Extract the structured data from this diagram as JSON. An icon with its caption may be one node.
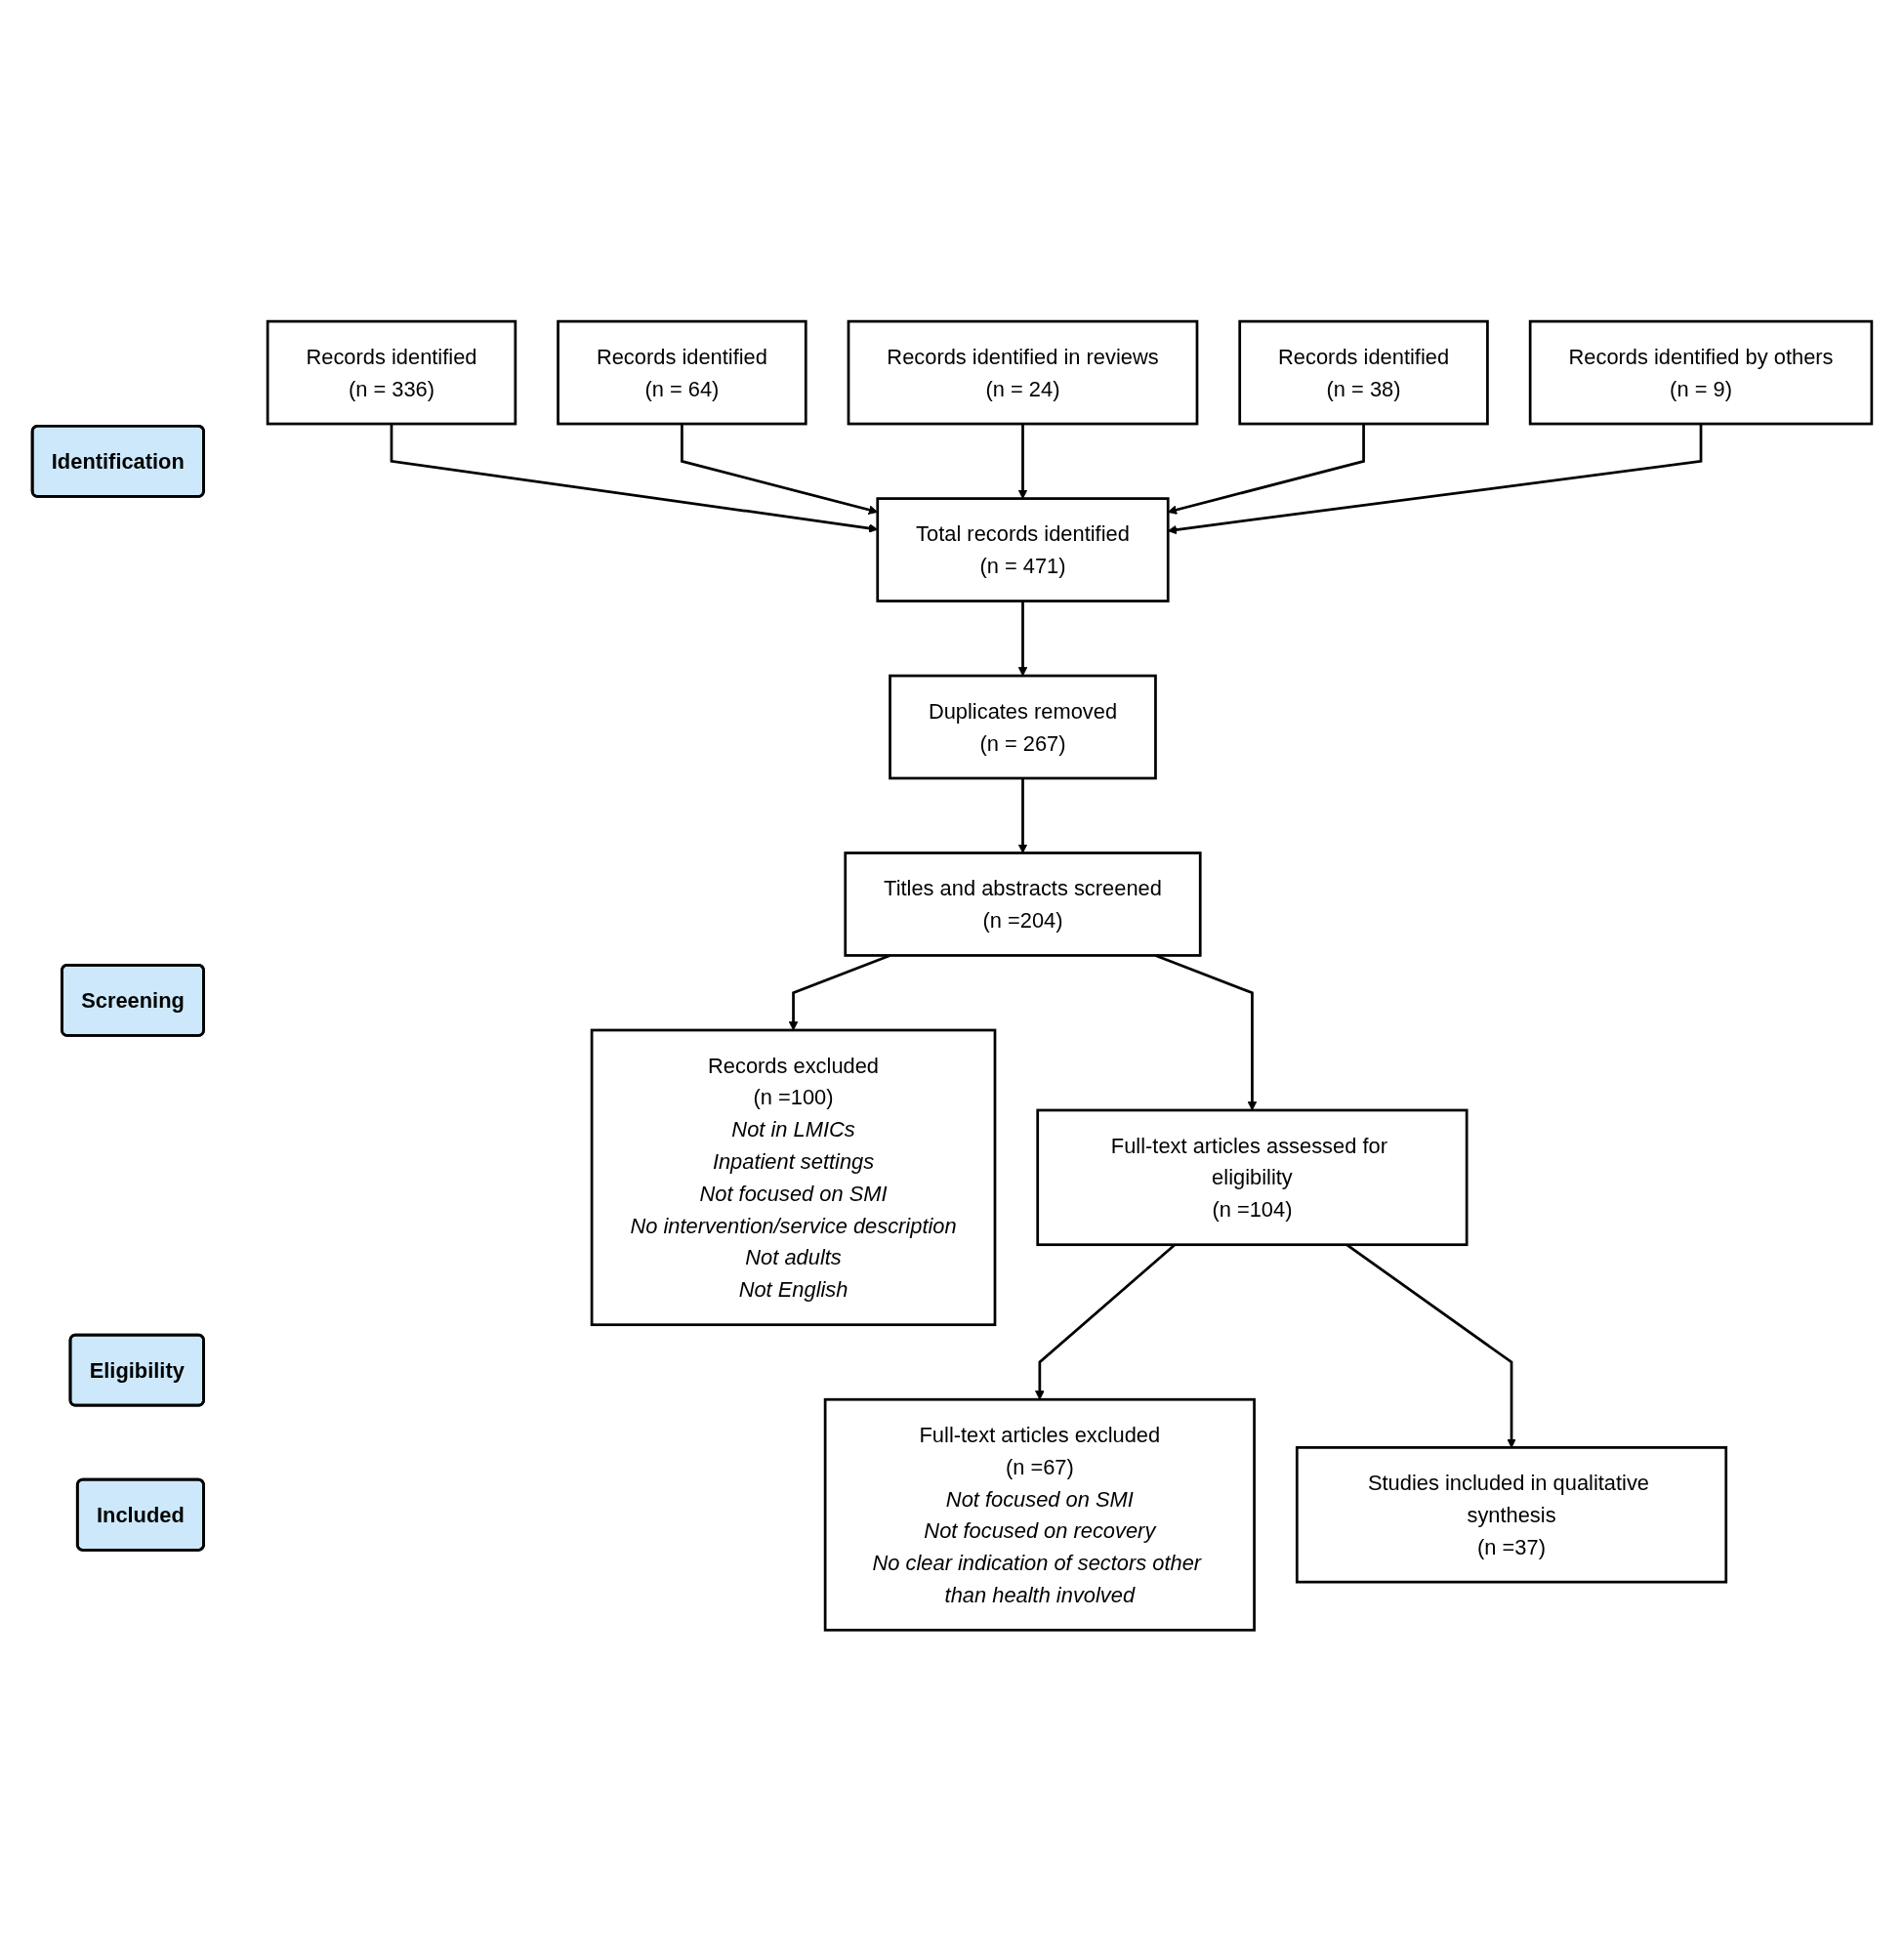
{
  "diagram": {
    "nodes": [
      {
        "text": [
          "Identification"
        ]
      },
      {
        "text": [
          "Records identified",
          "(n = 336)"
        ]
      },
      {
        "text": [
          "Records identified",
          "(n = 64)"
        ]
      },
      {
        "text": [
          "Records identified in reviews",
          "(n = 24)"
        ]
      },
      {
        "text": [
          "Records identified",
          "(n = 38)"
        ]
      },
      {
        "text": [
          "Records identified by others",
          "(n = 9)"
        ]
      },
      {
        "text": [
          "Total records identified",
          "(n = 471)"
        ]
      },
      {
        "text": [
          "Screening"
        ]
      },
      {
        "text": [
          "Duplicates removed",
          "(n = 267)"
        ]
      },
      {
        "text": [
          "Titles and abstracts screened",
          "(n =204)"
        ]
      },
      {
        "text": [
          "Records excluded",
          "(n =100)",
          "Not in LMICs",
          "Inpatient settings",
          "Not focused on SMI",
          "No intervention/service description",
          "Not adults",
          "Not English"
        ]
      },
      {
        "text": [
          "Eligibility"
        ]
      },
      {
        "text": [
          "Full-text articles assessed for eligibility",
          "(n =104)"
        ]
      },
      {
        "text": [
          "Full-text articles excluded",
          "(n =67)",
          "Not focused on SMI",
          "Not focused on recovery",
          "No clear indication of sectors other than health involved"
        ]
      },
      {
        "text": [
          "Included"
        ]
      },
      {
        "text": [
          "Studies included in qualitative synthesis",
          "(n =37)"
        ]
      }
    ],
    "edges": [
      {
        "from": 1,
        "to": 6,
        "arrow": "to"
      },
      {
        "from": 2,
        "to": 6,
        "arrow": "to"
      },
      {
        "from": 3,
        "to": 6,
        "arrow": "to"
      },
      {
        "from": 4,
        "to": 6,
        "arrow": "to"
      },
      {
        "from": 5,
        "to": 6,
        "arrow": "to"
      },
      {
        "from": 6,
        "to": 8,
        "arrow": "to"
      },
      {
        "from": 8,
        "to": 9,
        "arrow": "to"
      },
      {
        "from": 9,
        "to": 10,
        "arrow": "to"
      },
      {
        "from": 9,
        "to": 12,
        "arrow": "to"
      },
      {
        "from": 12,
        "to": 13,
        "arrow": "to"
      },
      {
        "from": 12,
        "to": 15,
        "arrow": "to"
      }
    ]
  }
}
